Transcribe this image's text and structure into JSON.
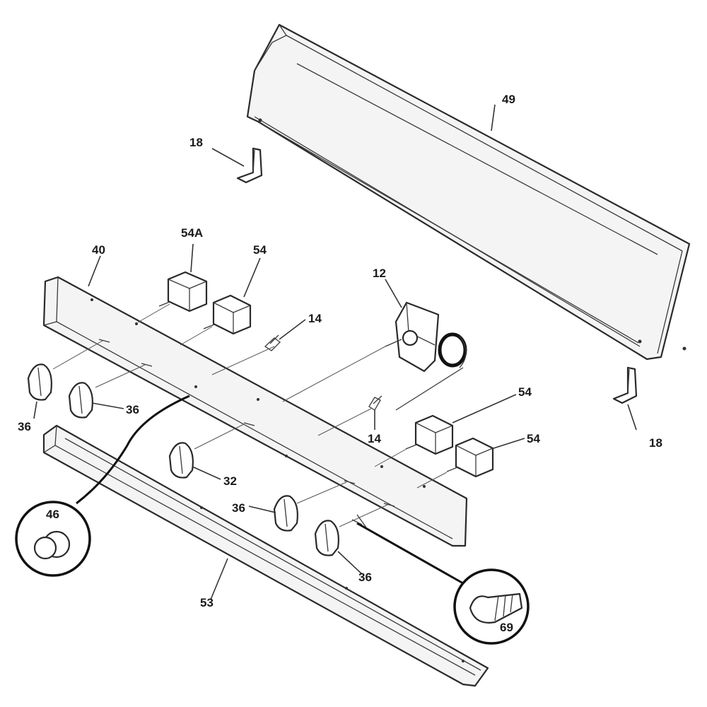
{
  "labels": {
    "l49": "49",
    "l18a": "18",
    "l18b": "18",
    "l54a": "54A",
    "l40": "40",
    "l54_1": "54",
    "l12": "12",
    "l14a": "14",
    "l14b": "14",
    "l54_2": "54",
    "l54_3": "54",
    "l36a": "36",
    "l36b": "36",
    "l32": "32",
    "l36c": "36",
    "l36d": "36",
    "l46": "46",
    "l53": "53",
    "l69": "69"
  }
}
